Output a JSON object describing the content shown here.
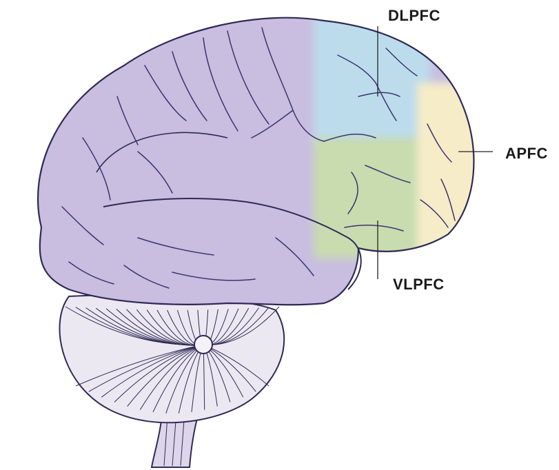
{
  "labels": {
    "dlpfc": "DLPFC",
    "apfc": "APFC",
    "vlpfc": "VLPFC"
  },
  "colors": {
    "cortex": "#c9bde0",
    "dlpfc": "#bcdcec",
    "vlpfc": "#c8dcb0",
    "apfc": "#f6ecc8",
    "cerebellum": "#ece8f2",
    "brainstem": "#ddd6ea",
    "outline": "#2e2a55",
    "sulci": "#3a3470",
    "pointer": "#222222"
  }
}
